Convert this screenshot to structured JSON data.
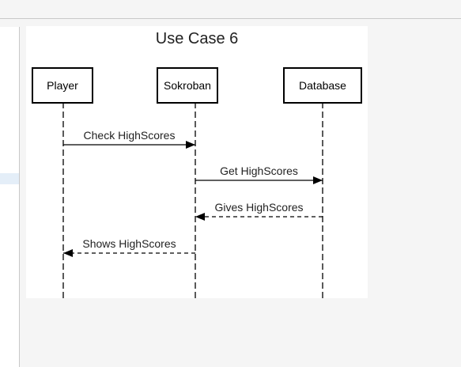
{
  "diagram": {
    "title": "Use Case 6",
    "participants": [
      {
        "label": "Player"
      },
      {
        "label": "Sokroban"
      },
      {
        "label": "Database"
      }
    ],
    "messages": [
      {
        "label": "Check HighScores",
        "from": 0,
        "to": 1,
        "style": "solid"
      },
      {
        "label": "Get HighScores",
        "from": 1,
        "to": 2,
        "style": "solid"
      },
      {
        "label": "Gives HighScores",
        "from": 2,
        "to": 1,
        "style": "dashed"
      },
      {
        "label": "Shows HighScores",
        "from": 1,
        "to": 0,
        "style": "dashed"
      }
    ],
    "colors": {
      "line": "#000000",
      "canvas": "#ffffff",
      "background": "#f5f5f5"
    }
  }
}
